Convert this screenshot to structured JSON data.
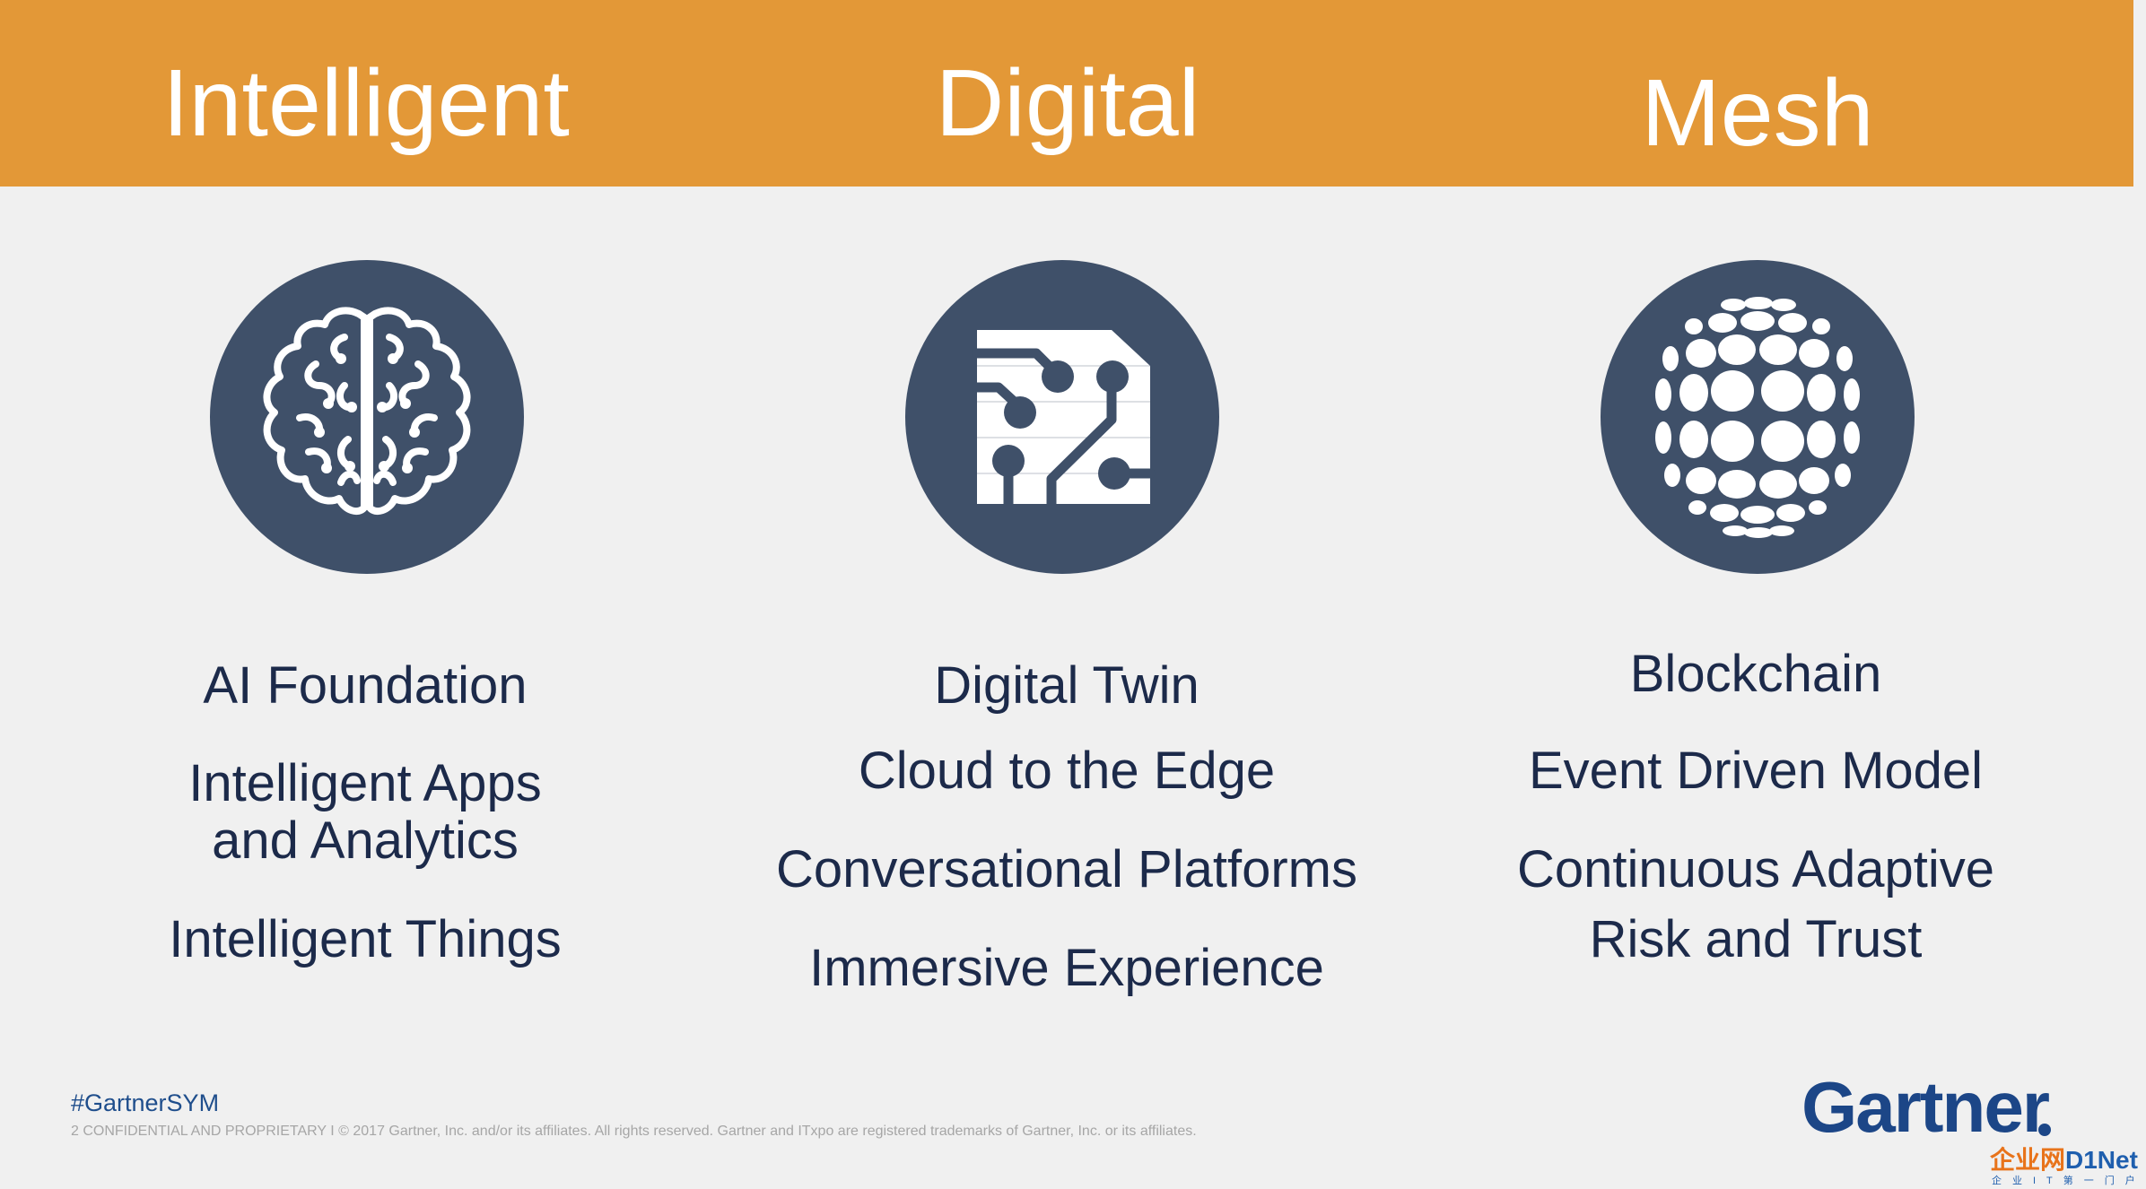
{
  "header": {
    "background_color": "#e39837",
    "titles": [
      "Intelligent",
      "Digital",
      "Mesh"
    ]
  },
  "icons": {
    "circle_color": "#3f5069",
    "names": [
      "brain-icon",
      "circuit-chip-icon",
      "sphere-mesh-icon"
    ]
  },
  "columns": [
    {
      "items": [
        "AI Foundation",
        "Intelligent Apps",
        "and Analytics",
        "Intelligent Things"
      ]
    },
    {
      "items": [
        "Digital Twin",
        "Cloud to the Edge",
        "Conversational Platforms",
        "Immersive Experience"
      ]
    },
    {
      "items": [
        "Blockchain",
        "Event Driven Model",
        "Continuous Adaptive",
        "Risk and Trust"
      ]
    }
  ],
  "footer": {
    "hashtag": "#GartnerSYM",
    "note": "2 CONFIDENTIAL AND PROPRIETARY I © 2017 Gartner, Inc. and/or its affiliates. All rights reserved. Gartner and ITxpo are registered trademarks of Gartner, Inc. or its affiliates.",
    "logo": "Gartner"
  },
  "watermark": {
    "cn": "企业网",
    "en": "D1Net",
    "sub": "企业IT第一门户"
  }
}
